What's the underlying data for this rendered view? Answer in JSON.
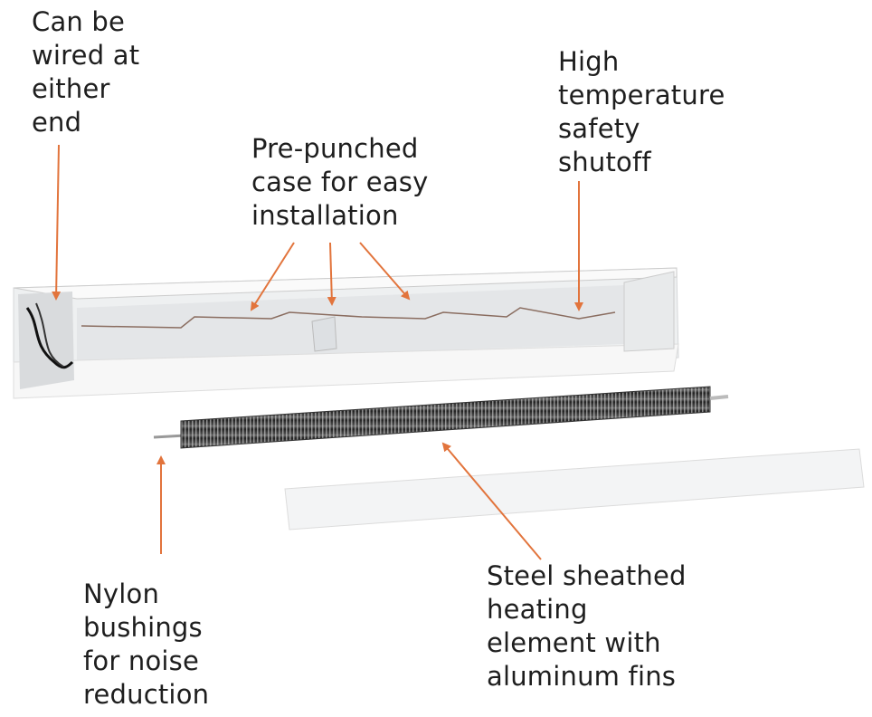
{
  "colors": {
    "arrow": "#e2743c",
    "text": "#1e1e1e",
    "housing": "#f1f2f3",
    "element": "#3a3a3a"
  },
  "callouts": [
    {
      "id": "wiring",
      "lines": [
        "Can be",
        "wired at",
        "either",
        "end"
      ]
    },
    {
      "id": "pre-punched",
      "lines": [
        "Pre-punched",
        "case for easy",
        "installation"
      ]
    },
    {
      "id": "safety",
      "lines": [
        "High",
        "temperature",
        "safety",
        "shutoff"
      ]
    },
    {
      "id": "bushings",
      "lines": [
        "Nylon",
        "bushings",
        "for noise",
        "reduction"
      ]
    },
    {
      "id": "element",
      "lines": [
        "Steel sheathed",
        "heating",
        "element with",
        "aluminum fins"
      ]
    }
  ]
}
